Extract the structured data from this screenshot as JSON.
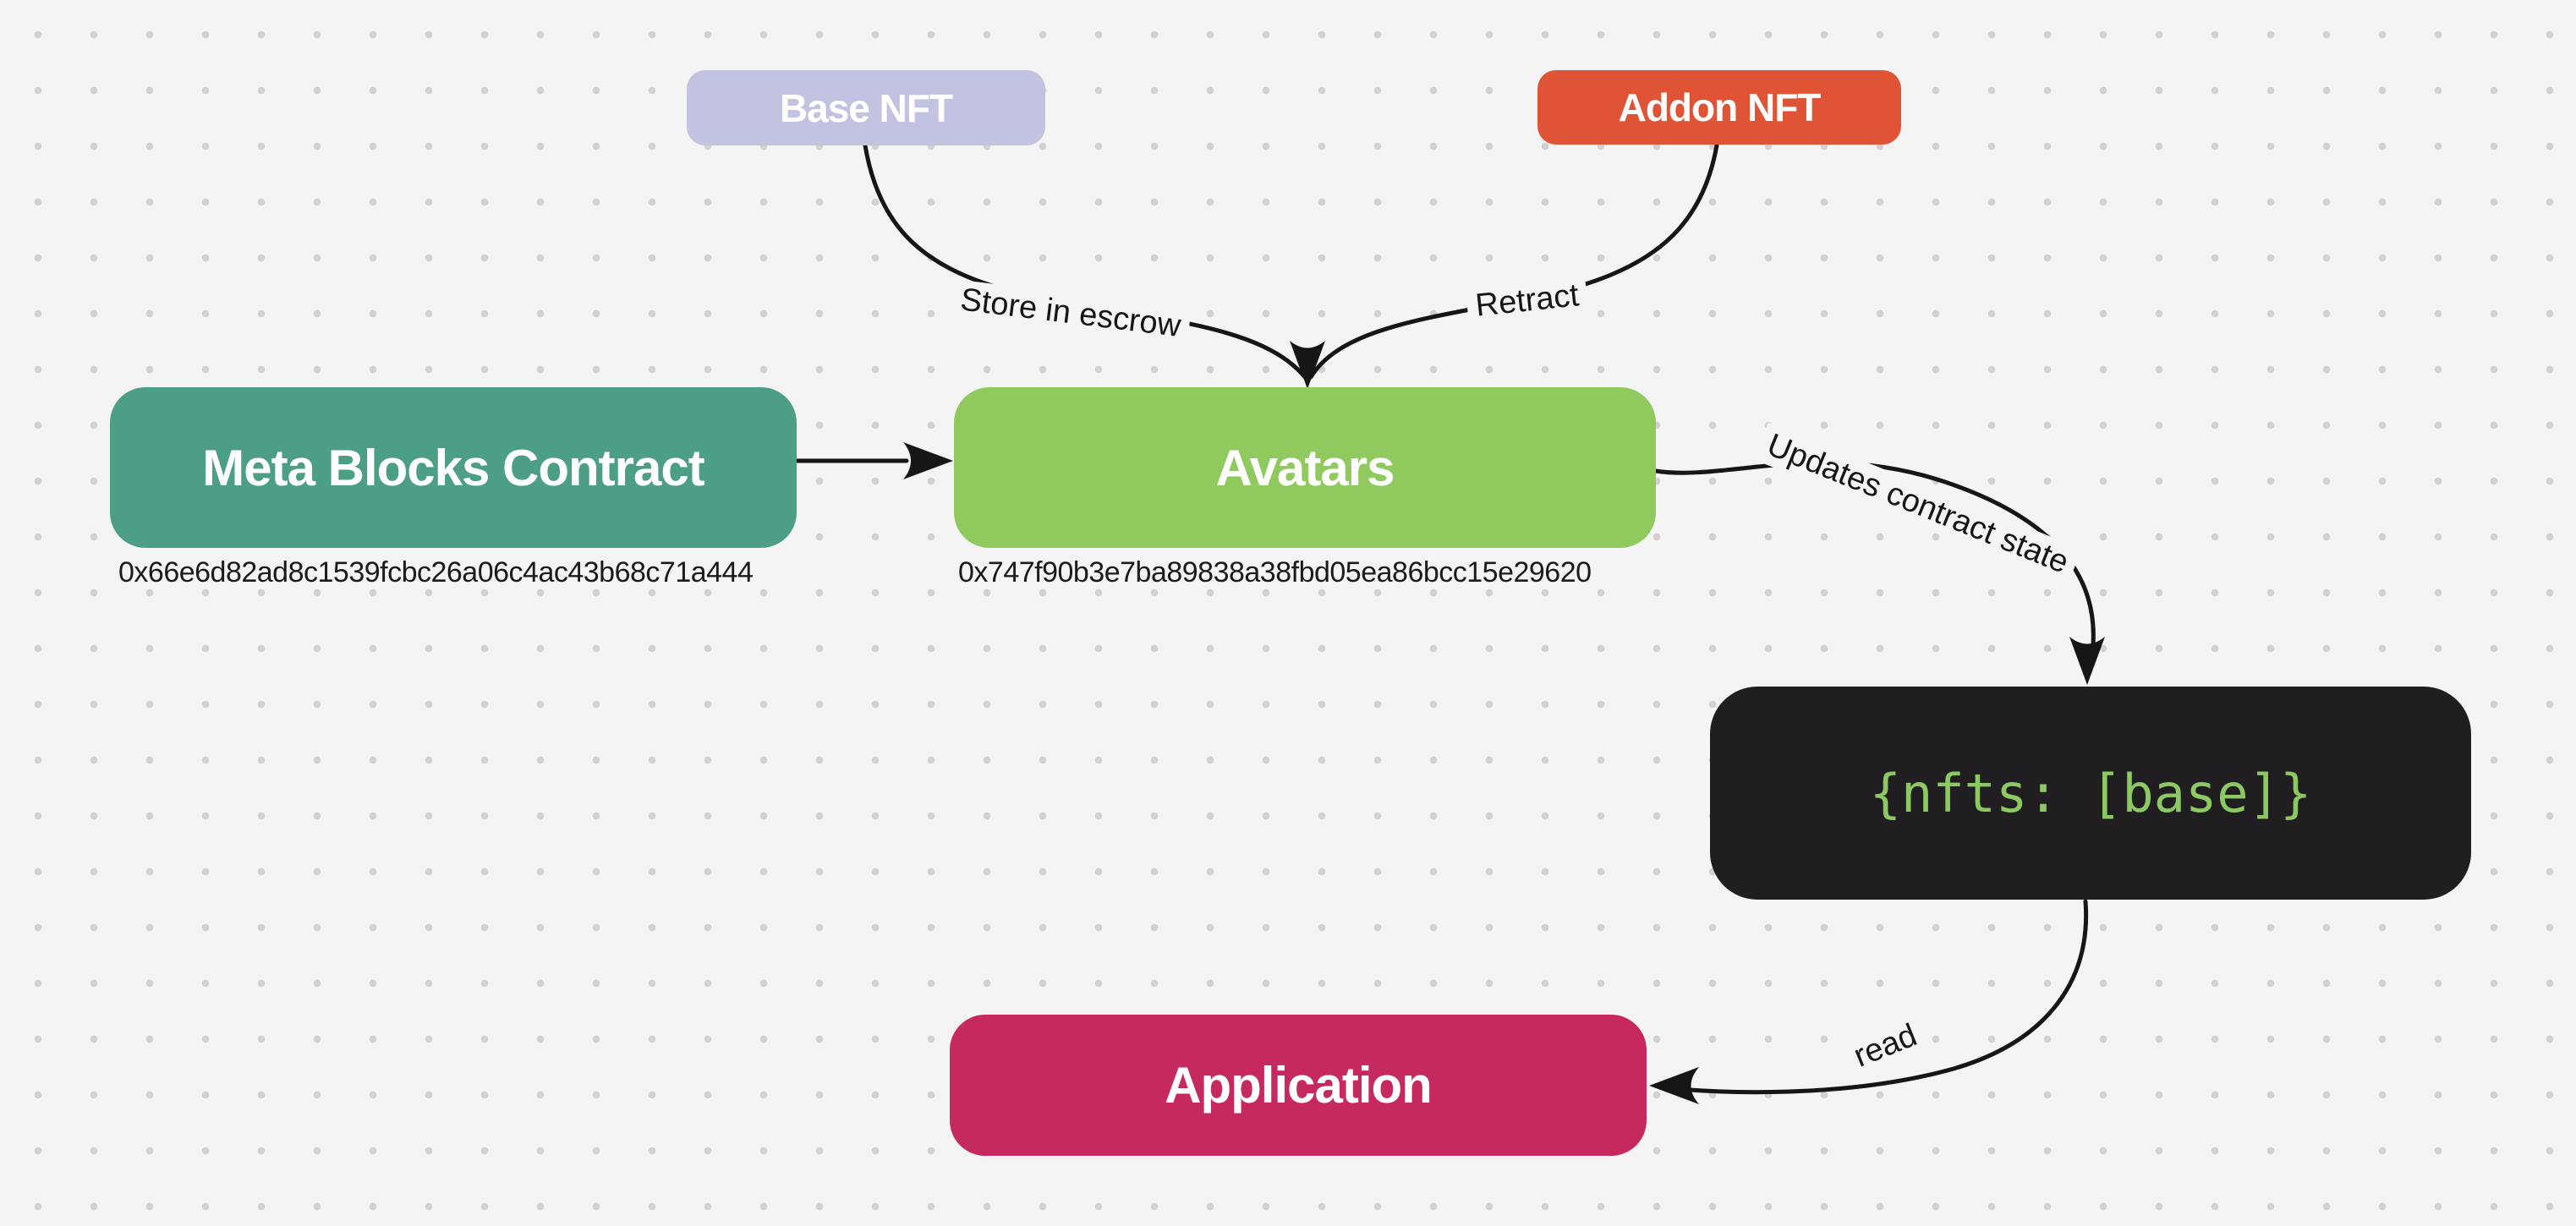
{
  "diagram": {
    "background": "#f5f4f5",
    "dot_color": "#d2d0d1",
    "edge_color": "#161616"
  },
  "nodes": {
    "base_nft": {
      "label": "Base NFT",
      "fill": "#c2c3e1",
      "text_color": "#ffffff"
    },
    "addon_nft": {
      "label": "Addon NFT",
      "fill": "#df5434",
      "text_color": "#ffffff"
    },
    "meta_blocks_contract": {
      "label": "Meta Blocks Contract",
      "fill": "#4d9e86",
      "text_color": "#ffffff",
      "address": "0x66e6d82ad8c1539fcbc26a06c4ac43b68c71a444"
    },
    "avatars": {
      "label": "Avatars",
      "fill": "#90ca5e",
      "text_color": "#ffffff",
      "address": "0x747f90b3e7ba89838a38fbd05ea86bcc15e29620"
    },
    "contract_state": {
      "label": "{nfts: [base]}",
      "fill": "#201e20",
      "text_color": "#8cc963"
    },
    "application": {
      "label": "Application",
      "fill": "#c5295f",
      "text_color": "#ffffff"
    }
  },
  "edges": {
    "base_to_avatars": {
      "label": "Store in escrow"
    },
    "addon_to_avatars": {
      "label": "Retract"
    },
    "avatars_to_state": {
      "label": "Updates contract state"
    },
    "state_to_application": {
      "label": "read"
    }
  }
}
